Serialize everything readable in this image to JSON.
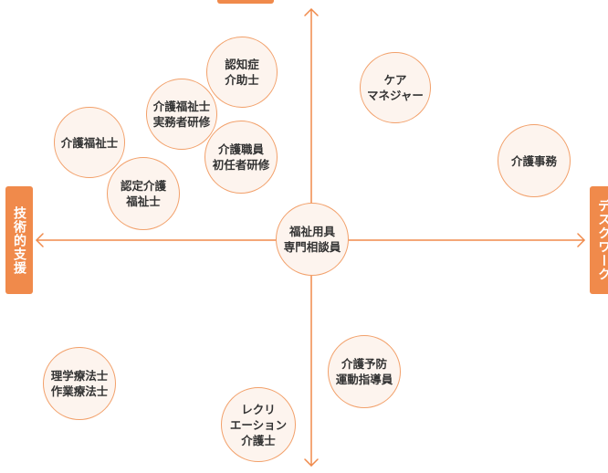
{
  "colors": {
    "accent": "#f08a4b",
    "node_border": "#f2a06a",
    "node_fill": "#fdf4ee",
    "text": "#333333"
  },
  "axis_labels": {
    "left": "技術的支援",
    "right": "デスクワーク",
    "top": "",
    "bottom": ""
  },
  "nodes": {
    "ninchisho": "認知症\n介助士",
    "care_manager": "ケア\nマネジャー",
    "jitsumusha": "介護福祉士\n実務者研修",
    "kaigo_fukushishi": "介護福祉士",
    "shokuin_shoninsha": "介護職員\n初任者研修",
    "jimu": "介護事務",
    "nintei": "認定介護\n福祉士",
    "yogu": "福祉用具\n専門相談員",
    "rigaku": "理学療法士\n作業療法士",
    "yobo": "介護予防\n運動指導員",
    "recreation": "レクリ\nエーション\n介護士"
  }
}
